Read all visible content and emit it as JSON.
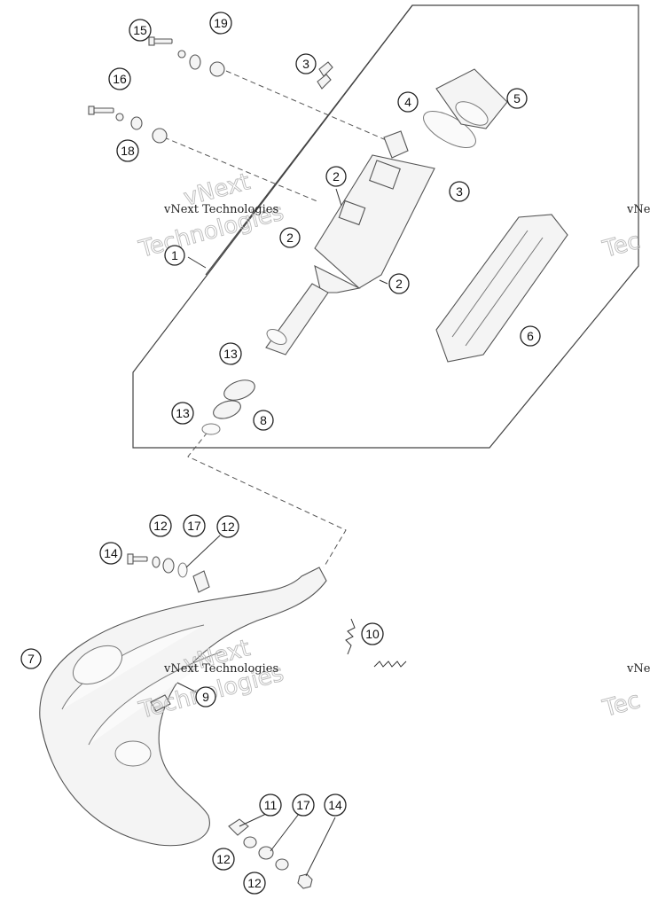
{
  "watermark": {
    "line": "vNext Technologies",
    "big_1": "vNext",
    "big_2": "Technologies",
    "edge_line": "vNe",
    "edge_big": "Tec"
  },
  "callouts": {
    "c1": "1",
    "c2a": "2",
    "c2b": "2",
    "c2c": "2",
    "c3a": "3",
    "c3b": "3",
    "c4": "4",
    "c5": "5",
    "c6": "6",
    "c7": "7",
    "c8": "8",
    "c9": "9",
    "c10": "10",
    "c11": "11",
    "c12a": "12",
    "c12b": "12",
    "c12c": "12",
    "c12d": "12",
    "c13a": "13",
    "c13b": "13",
    "c14a": "14",
    "c14b": "14",
    "c15": "15",
    "c16": "16",
    "c17a": "17",
    "c17b": "17",
    "c18": "18",
    "c19": "19"
  }
}
